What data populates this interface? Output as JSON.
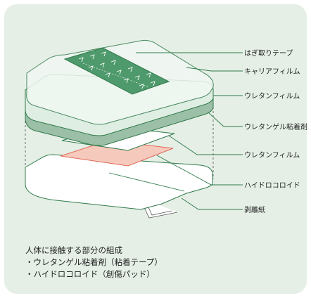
{
  "layers": [
    {
      "label": "はぎ取りテープ"
    },
    {
      "label": "キャリアフィルム"
    },
    {
      "label": "ウレタンフィルム"
    },
    {
      "label": "ウレタンゲル粘着剤"
    },
    {
      "label": "ウレタンフィルム"
    },
    {
      "label": "ハイドロコロイド"
    },
    {
      "label": "剥離紙"
    }
  ],
  "summary": {
    "heading": "人体に接触する部分の組成",
    "items": [
      "・ウレタンゲル粘着剤（粘着テープ）",
      "・ハイドロコロイド（創傷パッド）"
    ]
  },
  "colors": {
    "background": "#e5efe6",
    "tape": "#4f9a6c",
    "line": "#2f7a4a",
    "gel": "#9cbfa7",
    "hydrocolloid": "#f6c9bd",
    "hydrocolloid_edge": "#e06a55"
  }
}
